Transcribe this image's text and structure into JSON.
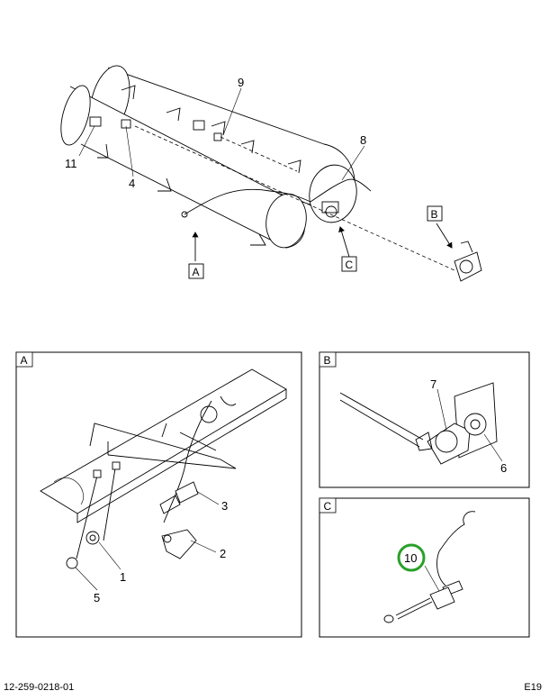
{
  "overview": {
    "callouts": [
      "9",
      "8",
      "11",
      "4"
    ],
    "view_refs": [
      "A",
      "B",
      "C"
    ]
  },
  "detail_a": {
    "label": "A",
    "callouts": [
      "3",
      "2",
      "1",
      "5"
    ]
  },
  "detail_b": {
    "label": "B",
    "callouts": [
      "7",
      "6"
    ]
  },
  "detail_c": {
    "label": "C",
    "callouts": [
      "10"
    ],
    "highlight_color": "#2aa02a"
  },
  "footer": {
    "doc_number": "12-259-0218-01",
    "page_code": "E19"
  }
}
